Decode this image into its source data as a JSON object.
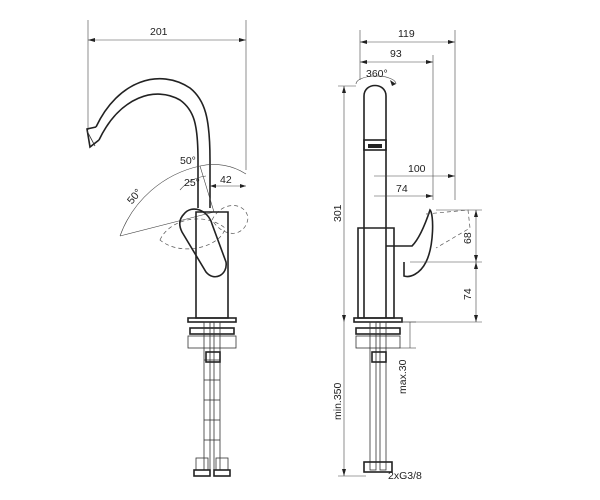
{
  "dimensions": {
    "front_width": "201",
    "spout_angle_1": "50°",
    "spout_angle_2": "50°",
    "lever_angle_1": "25°",
    "lever_offset": "42",
    "side_width": "119",
    "side_spout_depth": "93",
    "rotation": "360°",
    "lever_length": "100",
    "lever_base": "74",
    "total_height": "301",
    "lever_height": "68",
    "base_height": "74",
    "hose_length": "min.350",
    "max_thickness": "max.30",
    "thread": "2xG3/8"
  }
}
